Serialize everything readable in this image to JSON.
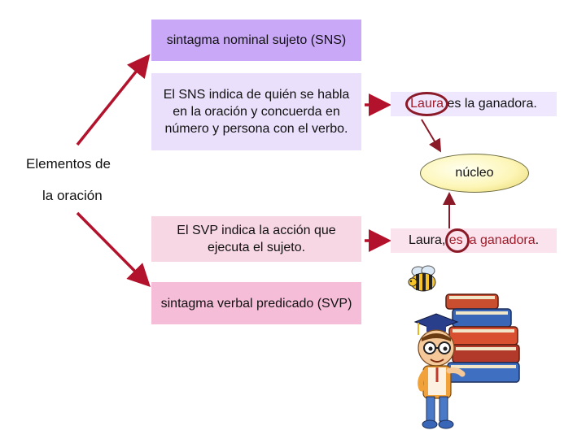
{
  "root": {
    "line1": "Elementos de",
    "line2": "la oración"
  },
  "sns": {
    "title": "sintagma nominal sujeto (SNS)",
    "description": "El SNS indica de quién se habla en la oración y concuerda en número y persona con el verbo."
  },
  "svp": {
    "description": "El SVP indica la acción que ejecuta el sujeto.",
    "title": "sintagma verbal predicado (SVP)"
  },
  "example_sns": {
    "highlight": "Laura",
    "rest": " es la ganadora."
  },
  "example_svp": {
    "prefix": "Laura, ",
    "highlight": "es la ganadora",
    "suffix": "."
  },
  "nucleus": {
    "label": "núcleo"
  },
  "colors": {
    "arrow": "#b3122c",
    "highlight": "#a01a28",
    "sns_box": "#c9a9f7",
    "svp_box": "#f5bdd8"
  },
  "illustration": {
    "icons": [
      "bee-icon",
      "student-with-books-icon"
    ]
  }
}
